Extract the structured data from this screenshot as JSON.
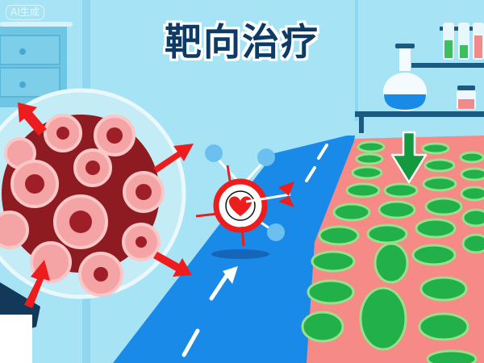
{
  "badge": {
    "label": "AI生成"
  },
  "title": "靶向治疗",
  "colors": {
    "background": "#a6e3f4",
    "title": "#0e3a66",
    "road": "#1a8ae8",
    "tumor_core": "#8e1b22",
    "tumor_cell": "#f08a8a",
    "arrow_red": "#ee1d1d",
    "healthy_tissue": "#f58a86",
    "healthy_cell": "#22b04a",
    "down_arrow": "#149a3e"
  },
  "scene": {
    "tumor": {
      "label": "tumor-cell-cluster",
      "arrows": 5
    },
    "target": {
      "label": "target-with-heart"
    },
    "road": {
      "label": "blood-vessel-path"
    },
    "tissue": {
      "label": "healthy-green-cells"
    },
    "lab": {
      "items": [
        "flask",
        "test-tubes",
        "jar",
        "shelf"
      ]
    }
  }
}
